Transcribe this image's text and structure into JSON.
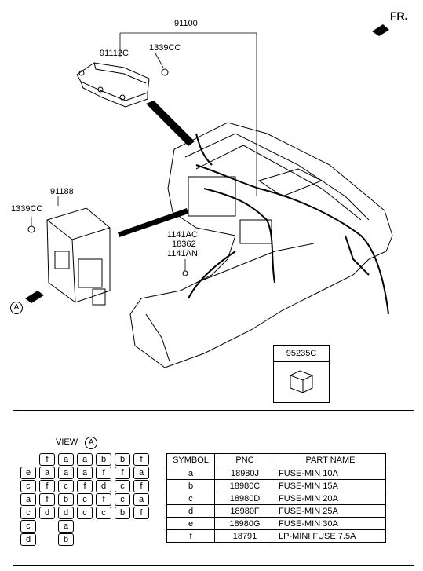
{
  "direction": {
    "label": "FR."
  },
  "labels": {
    "main_harness": "91100",
    "bracket": "91112C",
    "screw_top": "1339CC",
    "junction_block": "91188",
    "screw_left": "1339CC",
    "clip_1": "1141AC",
    "clip_2": "18362",
    "clip_3": "1141AN"
  },
  "view_marker": "A",
  "relay": {
    "part_number": "95235C"
  },
  "legend": {
    "view_title": "VIEW",
    "view_marker": "A",
    "fuse_rows": [
      [
        "",
        "f",
        "a",
        "a",
        "b",
        "b",
        "f"
      ],
      [
        "e",
        "a",
        "a",
        "a",
        "f",
        "f",
        "a"
      ],
      [
        "c",
        "f",
        "c",
        "f",
        "d",
        "c",
        "f"
      ],
      [
        "a",
        "f",
        "b",
        "c",
        "f",
        "c",
        "a"
      ],
      [
        "c",
        "d",
        "d",
        "c",
        "c",
        "b",
        "f"
      ],
      [
        "c",
        "",
        "a",
        "",
        "",
        "",
        ""
      ],
      [
        "d",
        "",
        "b",
        "",
        "",
        "",
        ""
      ]
    ],
    "table": {
      "headers": [
        "SYMBOL",
        "PNC",
        "PART NAME"
      ],
      "rows": [
        [
          "a",
          "18980J",
          "FUSE-MIN 10A"
        ],
        [
          "b",
          "18980C",
          "FUSE-MIN 15A"
        ],
        [
          "c",
          "18980D",
          "FUSE-MIN 20A"
        ],
        [
          "d",
          "18980F",
          "FUSE-MIN 25A"
        ],
        [
          "e",
          "18980G",
          "FUSE-MIN 30A"
        ],
        [
          "f",
          "18791",
          "LP-MINI FUSE 7.5A"
        ]
      ]
    }
  }
}
